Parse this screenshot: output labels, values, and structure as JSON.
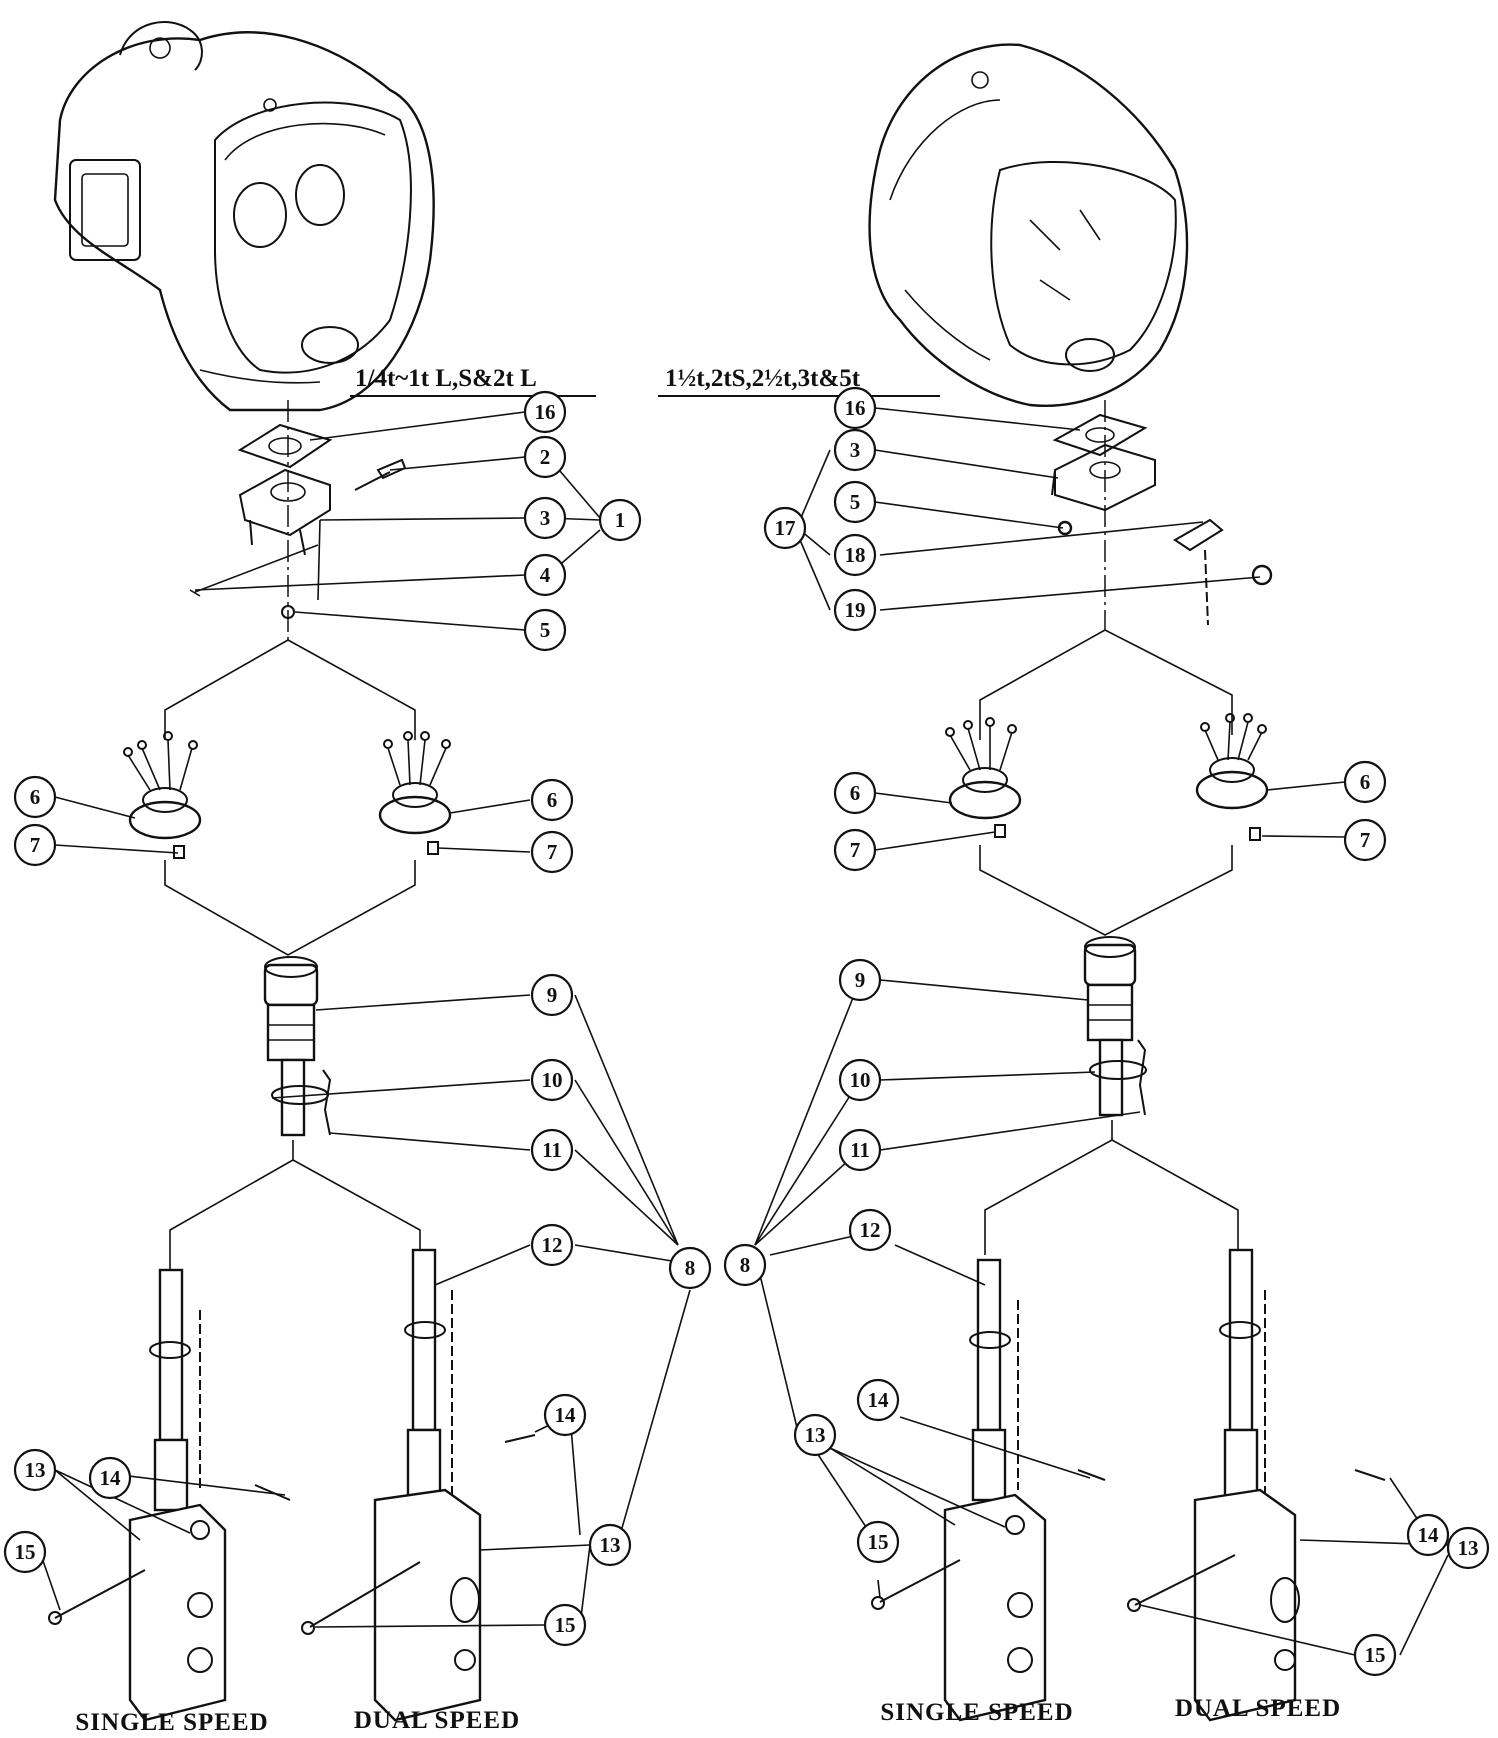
{
  "headings": {
    "left_range": "1/4t~1t L,S&2t L",
    "right_range": "1½t,2tS,2½t,3t&5t"
  },
  "captions": {
    "left_single": "SINGLE SPEED",
    "left_dual": "DUAL SPEED",
    "right_single": "SINGLE SPEED",
    "right_dual": "DUAL SPEED"
  },
  "callouts": {
    "c1": "1",
    "c2": "2",
    "c3": "3",
    "c4": "4",
    "c5": "5",
    "c6": "6",
    "c7": "7",
    "c8": "8",
    "c9": "9",
    "c10": "10",
    "c11": "11",
    "c12": "12",
    "c13": "13",
    "c14": "14",
    "c15": "15",
    "c16": "16",
    "c17": "17",
    "c18": "18",
    "c19": "19"
  },
  "colors": {
    "ink": "#111111",
    "paper": "#ffffff"
  }
}
